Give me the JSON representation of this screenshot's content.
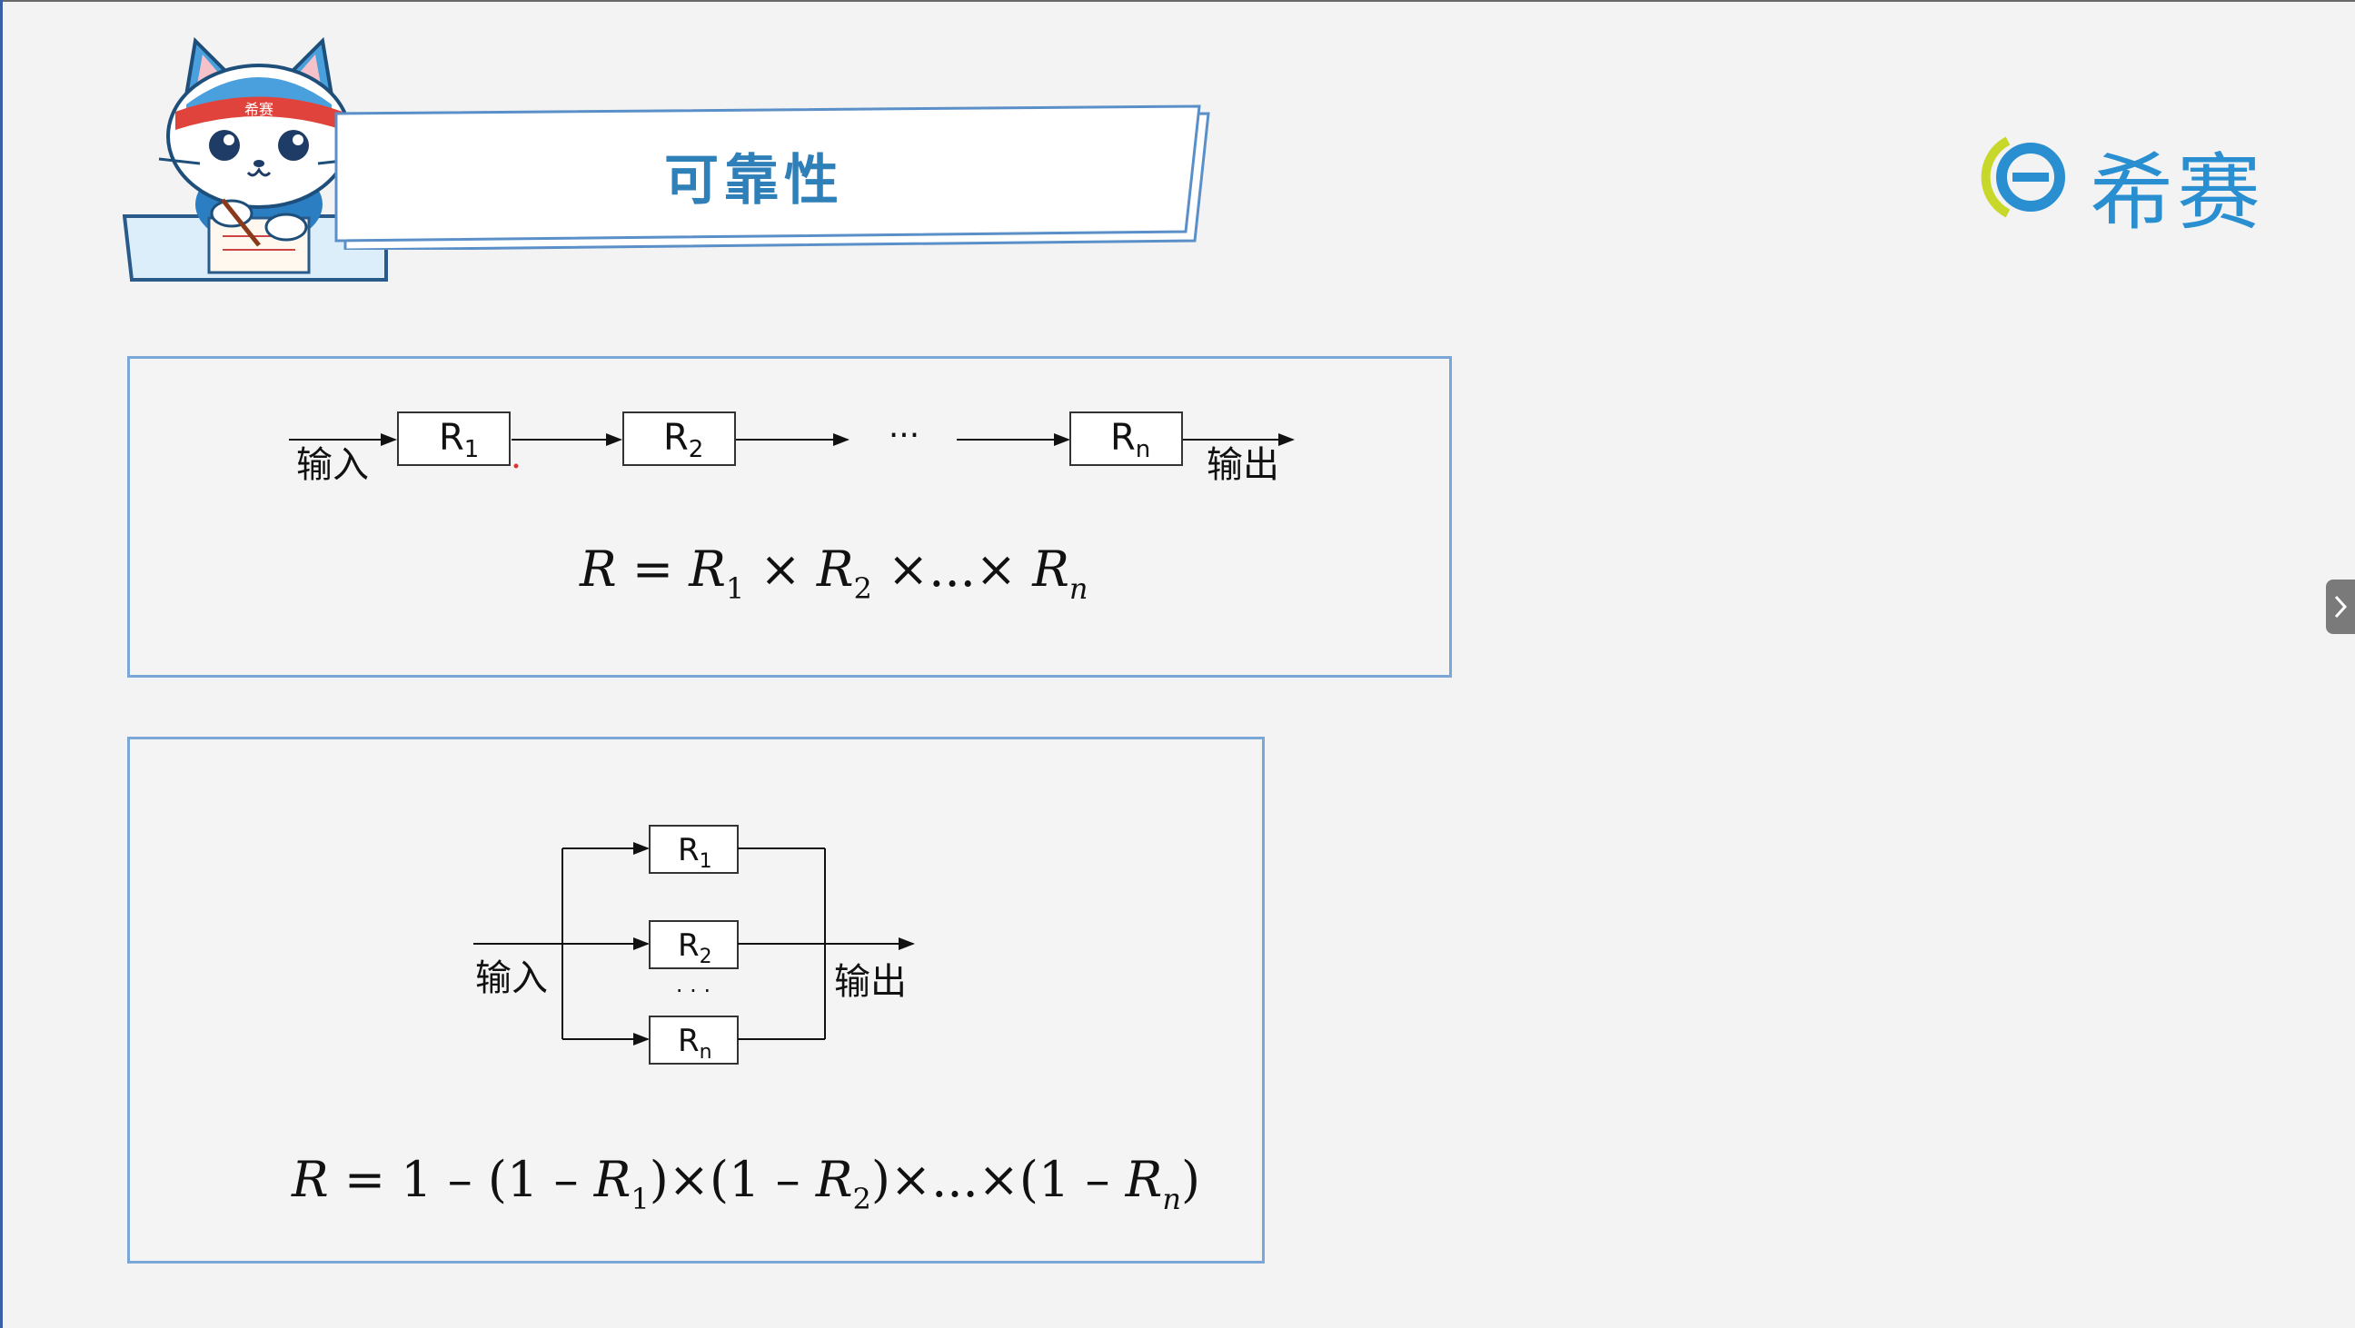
{
  "title": "可靠性",
  "logo": {
    "text": "希赛",
    "icon": "e-circle-logo-icon"
  },
  "mascot": {
    "headband_text": "希赛",
    "icon": "cat-mascot-icon"
  },
  "series": {
    "input_label": "输入",
    "output_label": "输出",
    "boxes": [
      "R1",
      "R2",
      "Rn"
    ],
    "ellipsis": "···",
    "formula": "R = R1 × R2 × ... × Rn"
  },
  "parallel": {
    "input_label": "输入",
    "output_label": "输出",
    "boxes": [
      "R1",
      "R2",
      "Rn"
    ],
    "ellipsis": "· · ·",
    "formula": "R = 1 − (1 − R1) × (1 − R2) × ... × (1 − Rn)"
  },
  "colors": {
    "accent": "#2f7fb8",
    "panel_border": "#7aa7d6",
    "logo": "#2a8fd0"
  },
  "side_tab_icon": "chevron-right-icon"
}
